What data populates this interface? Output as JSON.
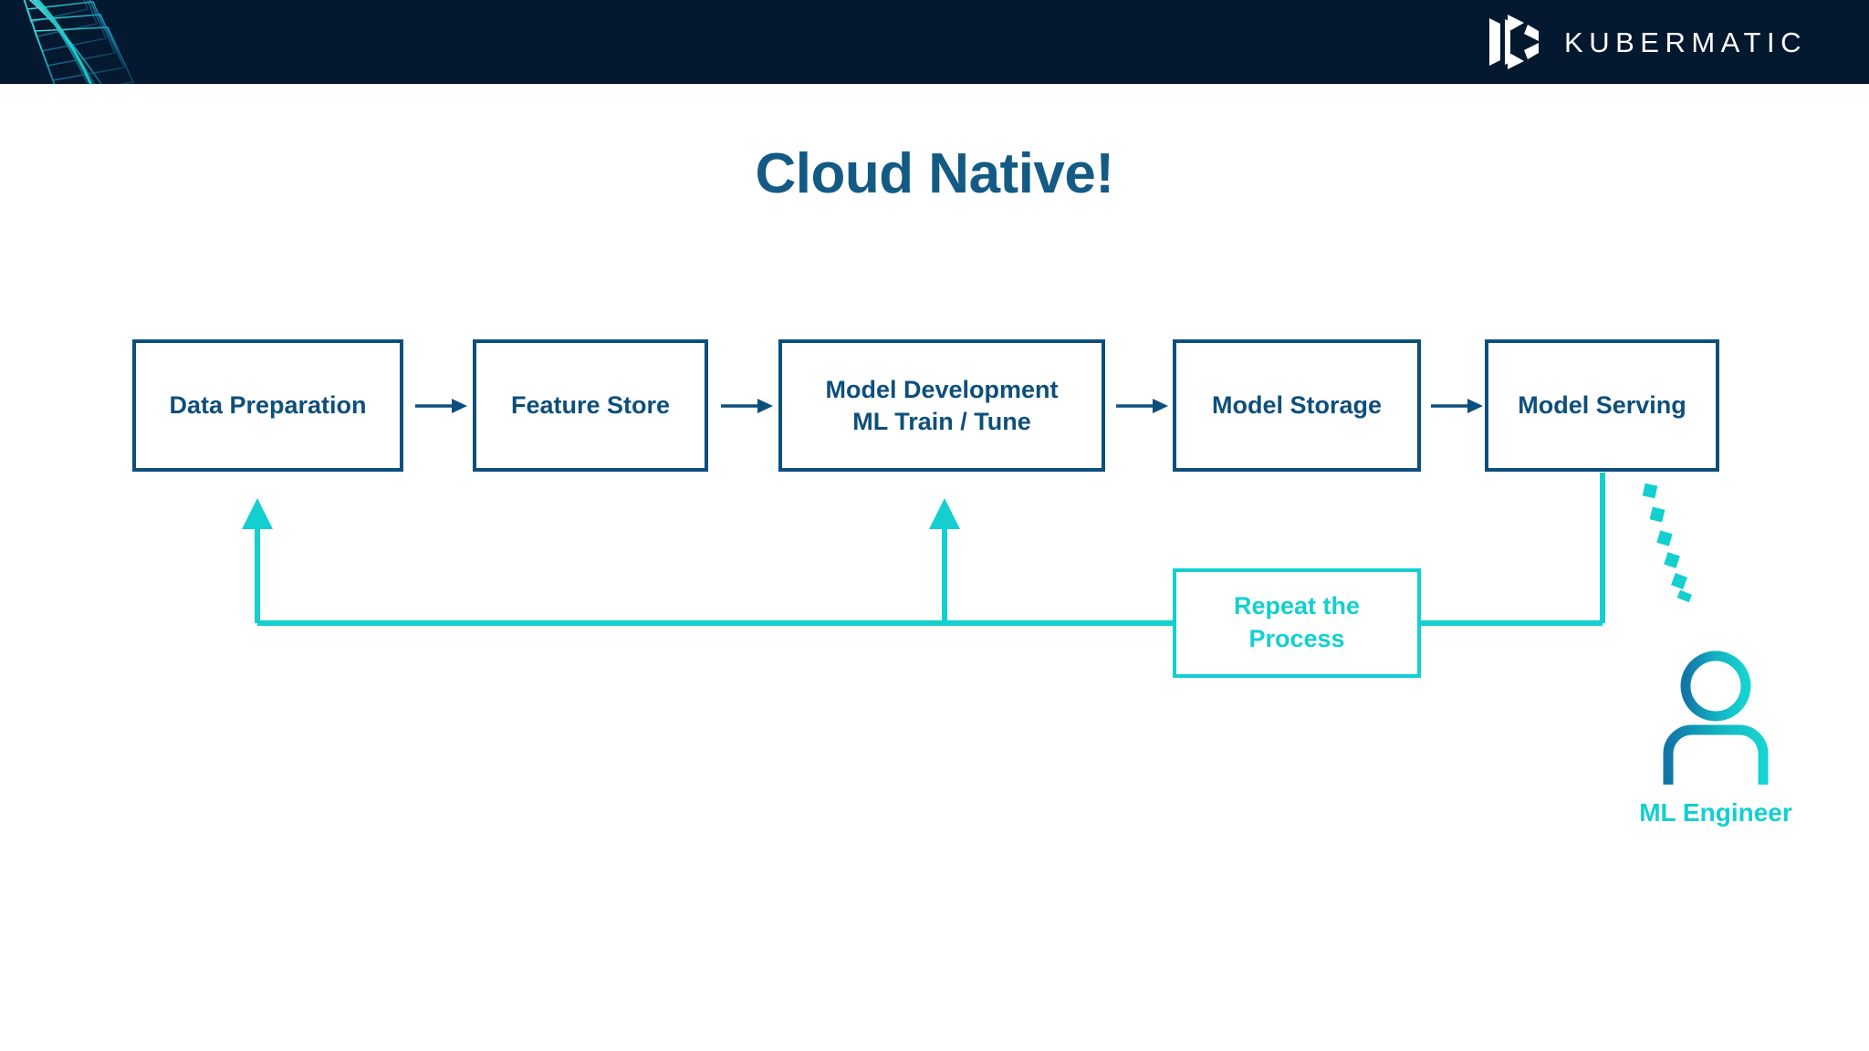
{
  "header": {
    "brand_name": "KUBERMATIC",
    "background_color": "#04182f",
    "logo_icon": "kubermatic-logo-icon",
    "decoration_icon": "abstract-ribbon-graphic"
  },
  "slide": {
    "title": "Cloud Native!",
    "title_color": "#135a84",
    "background_color": "#ffffff"
  },
  "diagram": {
    "type": "flowchart",
    "stage_color": "#0d4f7c",
    "loop_color": "#14cfd0",
    "stages": [
      {
        "label": "Data Preparation"
      },
      {
        "label": "Feature Store"
      },
      {
        "label": "Model Development\nML Train / Tune"
      },
      {
        "label": "Model Storage"
      },
      {
        "label": "Model Serving"
      }
    ],
    "connector_icon": "right-arrow-icon",
    "connector_count": 4,
    "loop_box": {
      "label": "Repeat the\nProcess"
    },
    "feedback_targets": [
      "Data Preparation",
      "Model Development\nML Train / Tune"
    ],
    "feedback_source": "Model Serving"
  },
  "persona": {
    "caption": "ML Engineer",
    "icon": "user-person-icon",
    "caption_color": "#14cfd0",
    "pointer_icon": "dotted-curve-icon"
  }
}
